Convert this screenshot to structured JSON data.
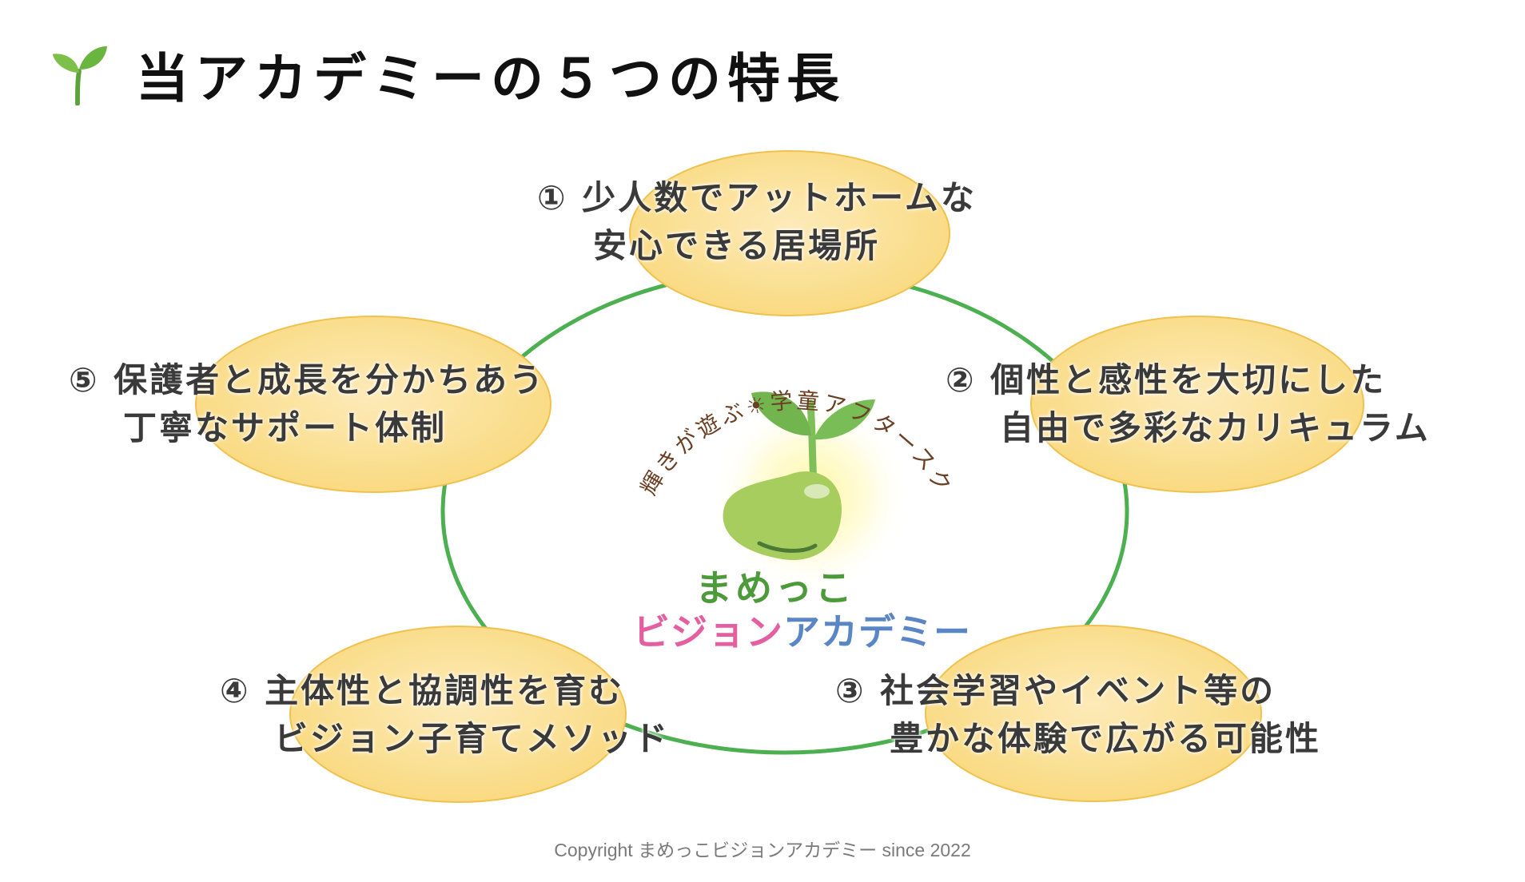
{
  "title": {
    "text": "当アカデミーの５つの特長",
    "icon": "sprout-icon"
  },
  "features": [
    {
      "line1": "① 少人数でアットホームな",
      "line2": "安心できる居場所"
    },
    {
      "line1": "② 個性と感性を大切にした",
      "line2": "自由で多彩なカリキュラム"
    },
    {
      "line1": "③ 社会学習やイベント等の",
      "line2": "豊かな体験で広がる可能性"
    },
    {
      "line1": "④ 主体性と協調性を育む",
      "line2": "ビジョン子育てメソッド"
    },
    {
      "line1": "⑤ 保護者と成長を分かちあう",
      "line2": "丁寧なサポート体制"
    }
  ],
  "logo": {
    "arc_text": "光と輝きが遊ぶ☀学童アフタースクール",
    "name_line1": "まめっこ",
    "name_line2_pink": "ビジョン",
    "name_line2_blue": "アカデミー"
  },
  "colors": {
    "ellipse_fill": "#fde4a6",
    "ellipse_stroke": "#f3c353",
    "ring": "#4caf50",
    "logo_green": "#4c9a3a",
    "logo_pink": "#e45fa0",
    "logo_blue": "#5a86c6"
  },
  "footer": {
    "copyright": "Copyright まめっこビジョンアカデミー since 2022"
  }
}
